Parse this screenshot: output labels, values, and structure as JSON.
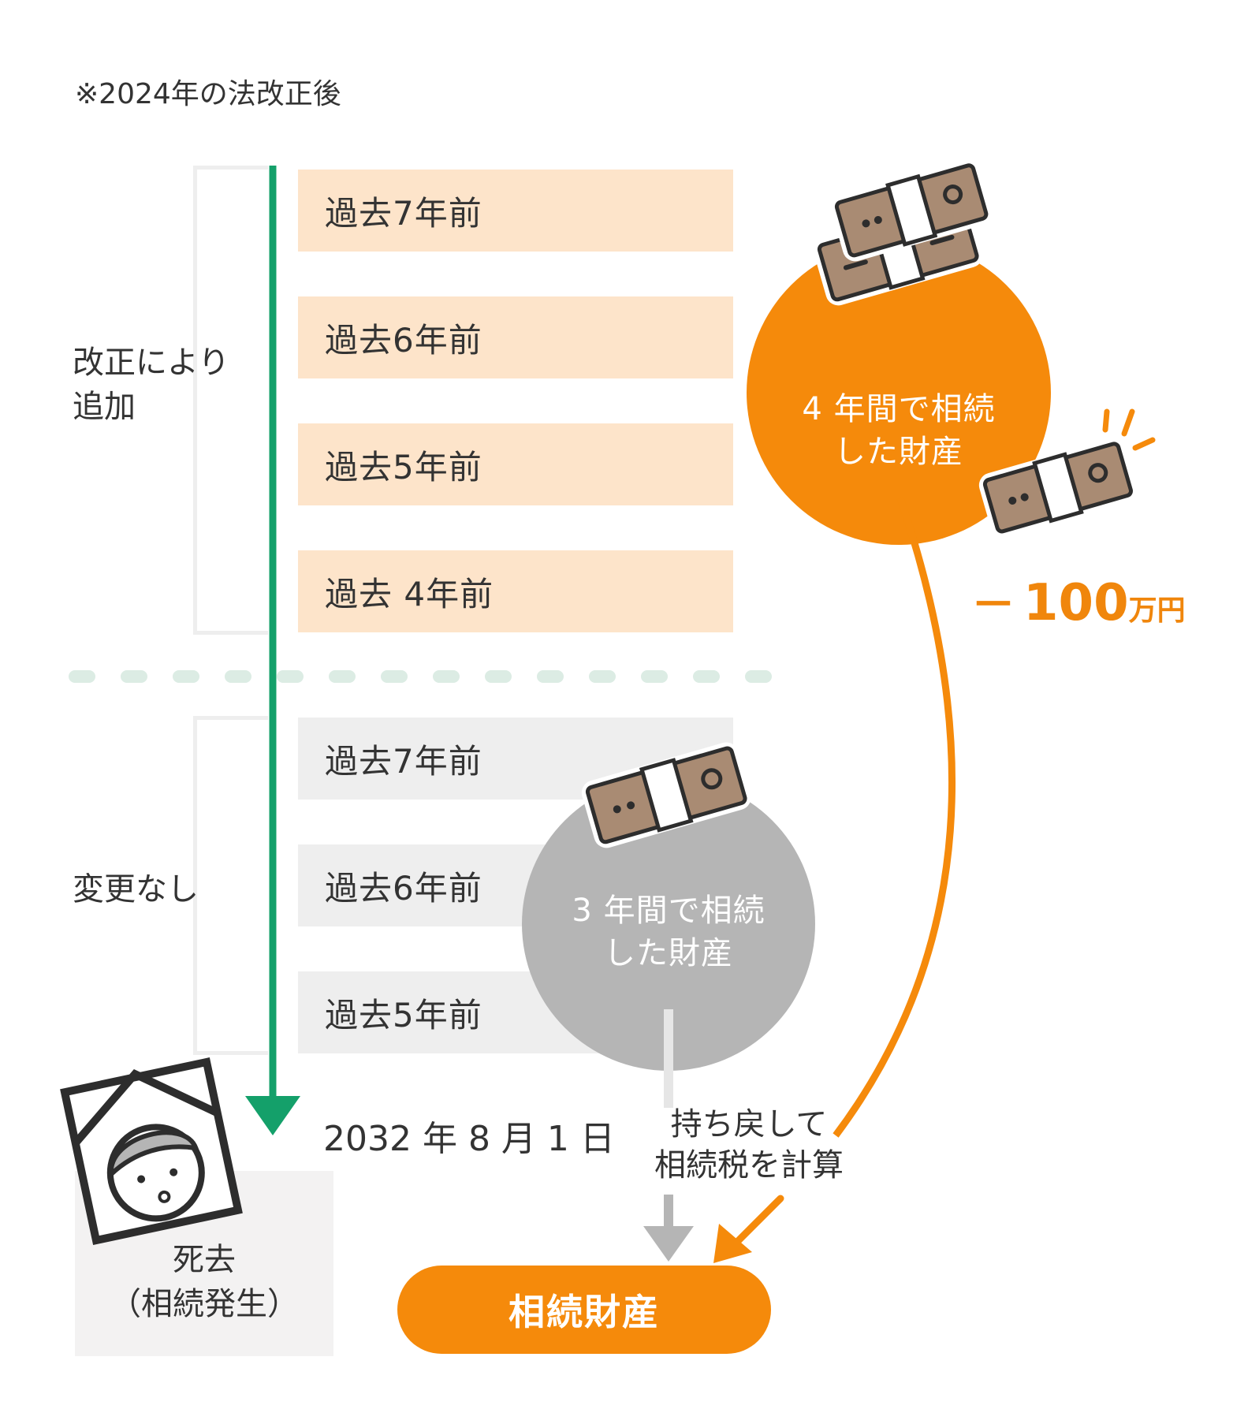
{
  "note": "※2024年の法改正後",
  "groups": {
    "added": {
      "label_line1": "改正により",
      "label_line2": "追加",
      "bars": [
        "過去7年前",
        "過去6年前",
        "過去5年前",
        "過去 4年前"
      ]
    },
    "unchanged": {
      "label": "変更なし",
      "bars": [
        "過去7年前",
        "過去6年前",
        "過去5年前"
      ]
    }
  },
  "timeline": {
    "date": "2032 年 8 月 1 日",
    "death_line1": "死去",
    "death_line2": "（相続発生）"
  },
  "circles": {
    "four_year": {
      "line1": "4 年間で相続",
      "line2": "した財産"
    },
    "three_year": {
      "line1": "3 年間で相続",
      "line2": "した財産"
    }
  },
  "deduction": {
    "sign": "－",
    "amount": "100",
    "unit": "万円"
  },
  "return_label": {
    "line1": "持ち戻して",
    "line2": "相続税を計算"
  },
  "result": "相続財産",
  "colors": {
    "orange": "#f58a0b",
    "light_orange": "#fde4ca",
    "green": "#14a06a",
    "gray_circle": "#b5b5b5",
    "bar_gray": "#eeeeee"
  },
  "icons": [
    "money-bundle-icon",
    "portrait-frame-icon",
    "arrow-down-icon"
  ]
}
